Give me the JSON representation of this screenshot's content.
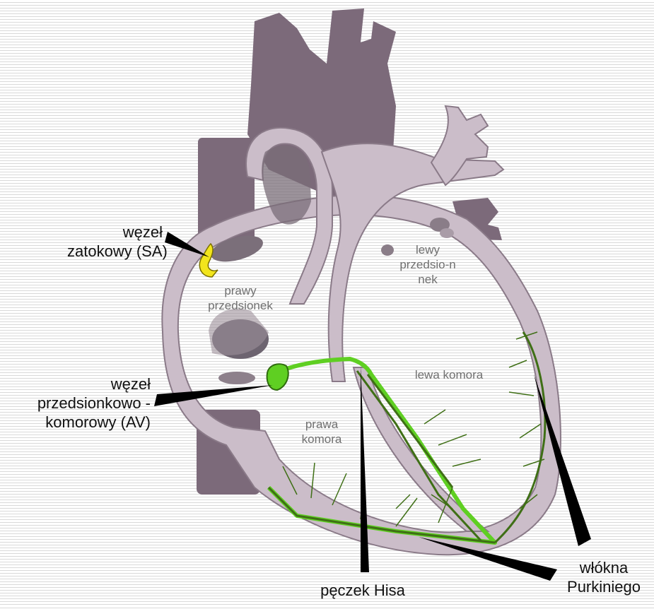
{
  "labels": {
    "sa": [
      "węzeł",
      "zatokowy (SA)"
    ],
    "av": [
      "węzeł",
      "przedsionkowo -",
      "komorowy (AV)"
    ],
    "his": "pęczek Hisa",
    "purkinje": [
      "włókna",
      "Purkiniego"
    ]
  },
  "chambers": {
    "right_atrium": [
      "prawy",
      "przedsionek"
    ],
    "left_atrium": [
      "lewy",
      "przedsio-n",
      "nek"
    ],
    "right_ventricle": [
      "prawa",
      "komora"
    ],
    "left_ventricle": "lewa komora"
  },
  "colors": {
    "vessel": "#7c6a7a",
    "wall": "#cbbdc9",
    "wall_outline": "#8a7a88",
    "node_sa": "#f2e51c",
    "node_av": "#5fcf22",
    "conduction": "#3f6f16",
    "pointer": "#000000"
  }
}
